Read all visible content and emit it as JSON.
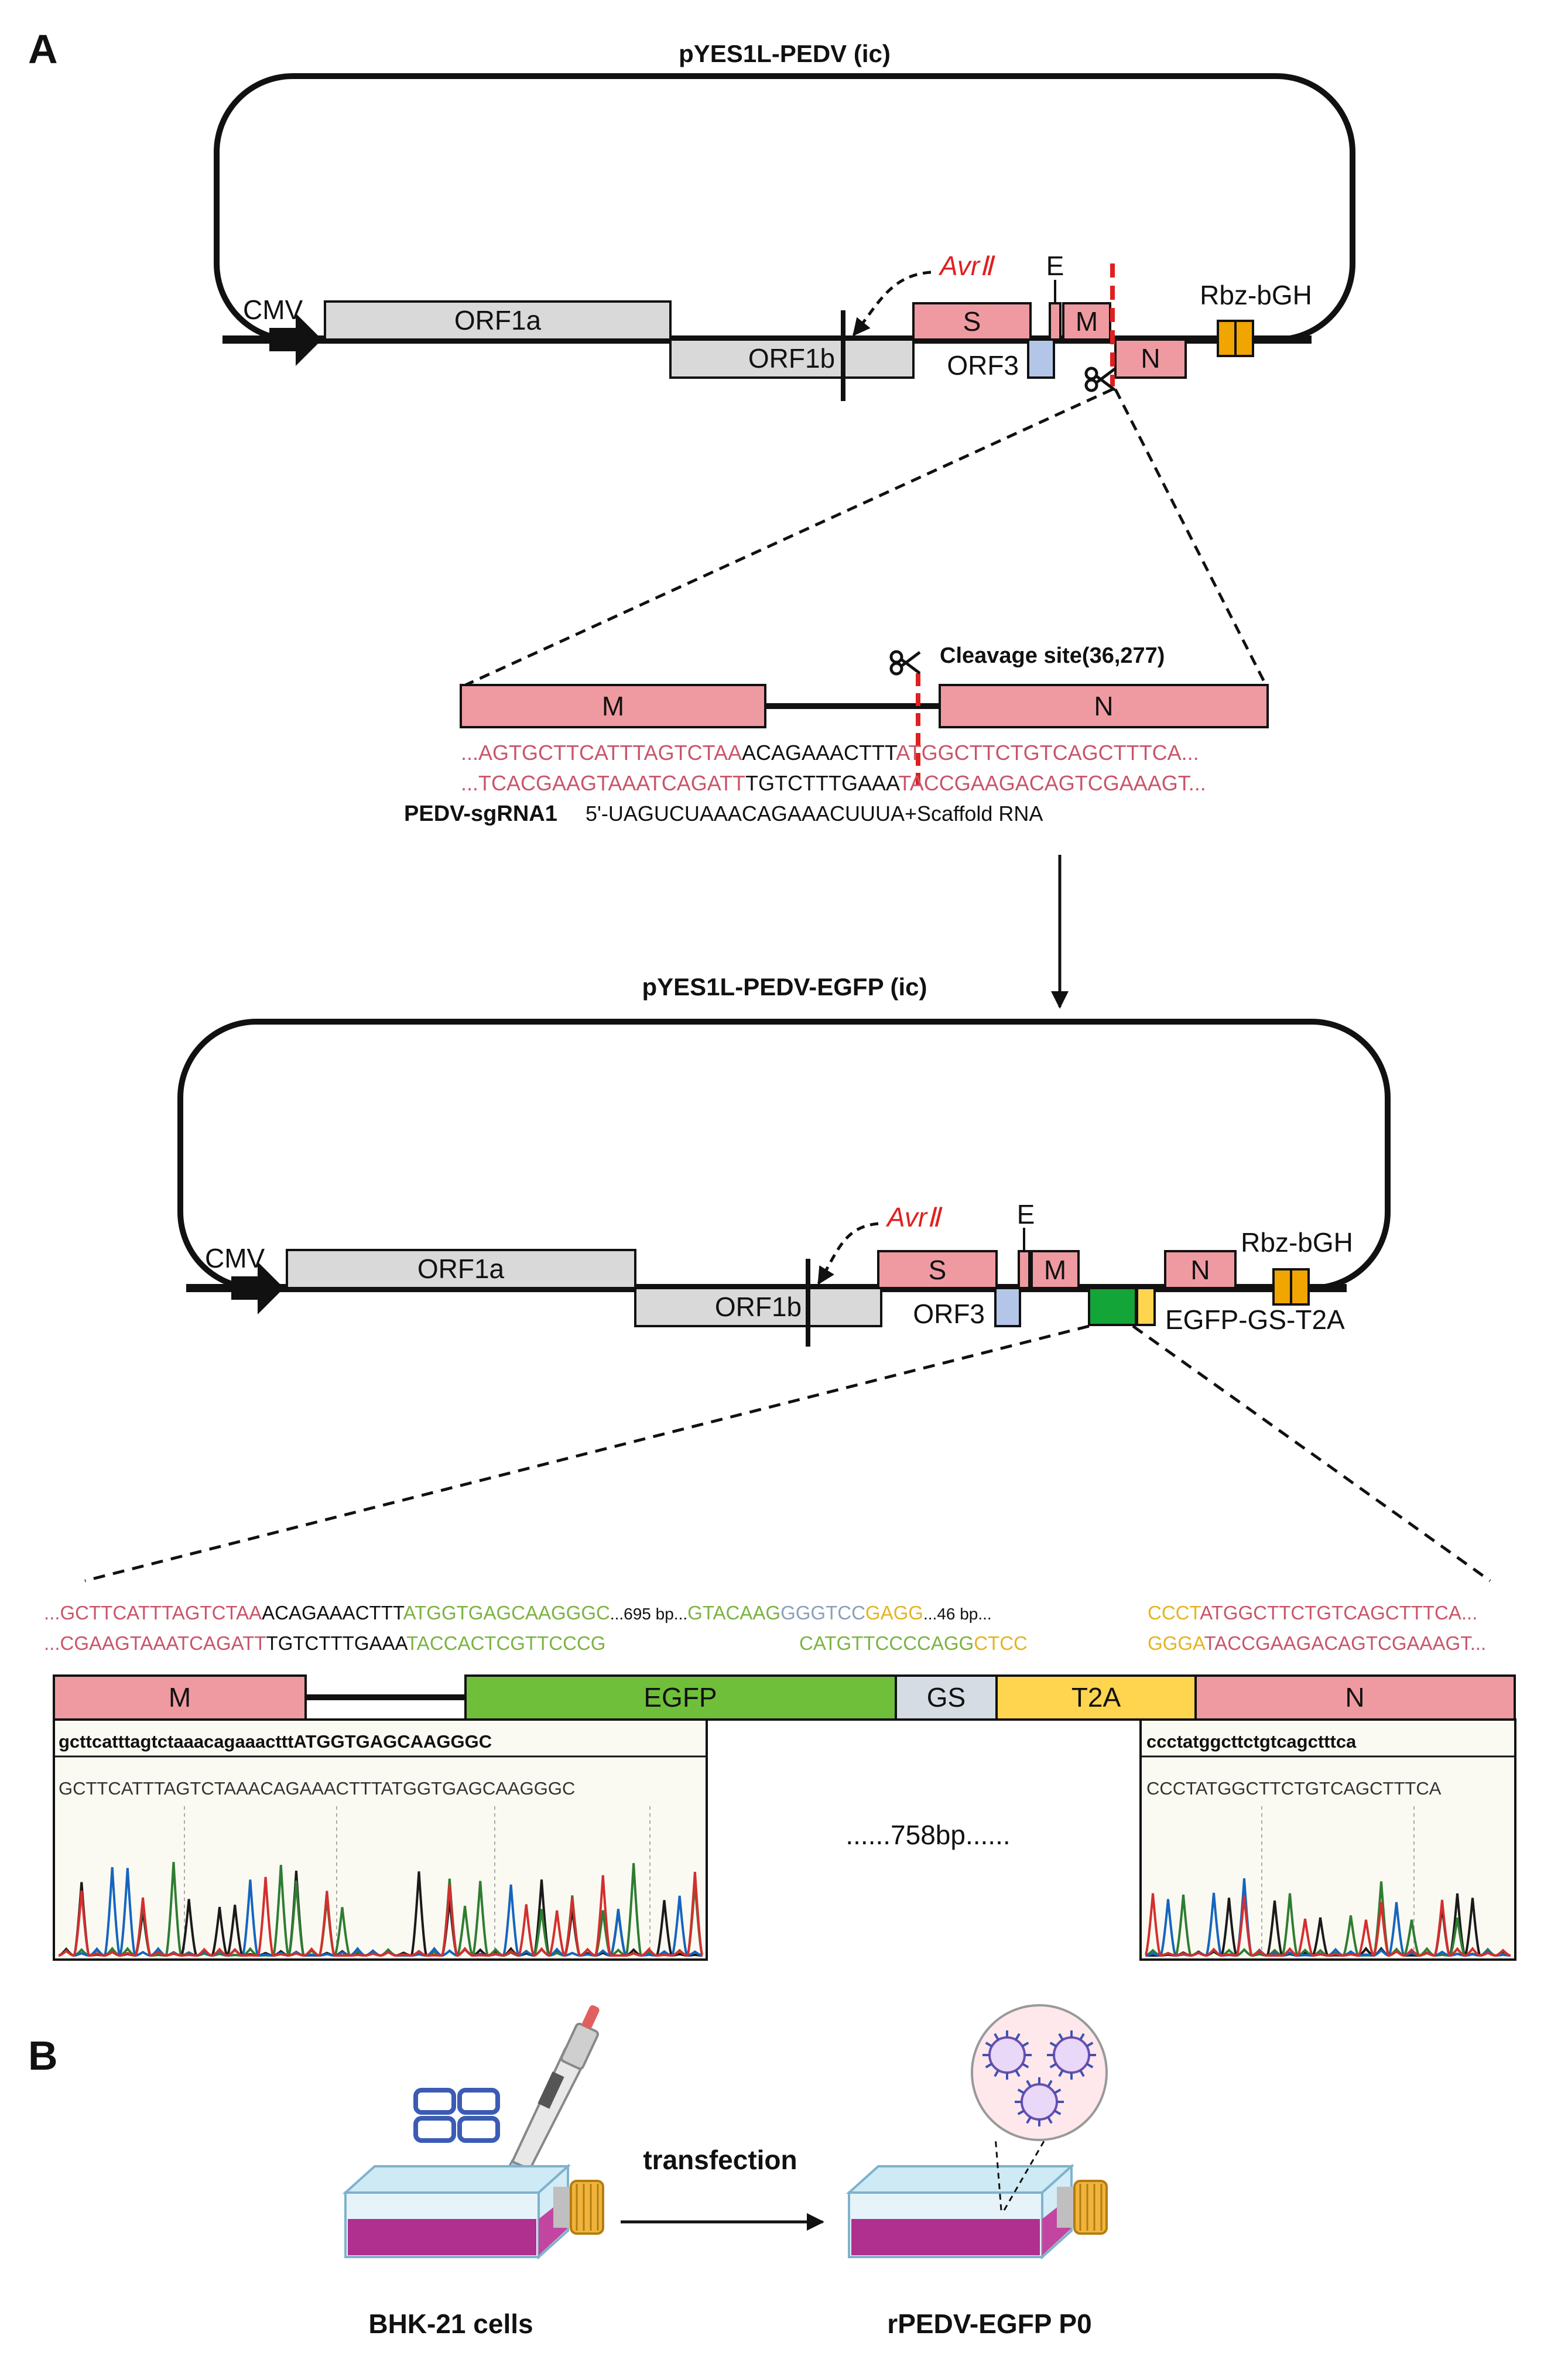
{
  "panel_a": "A",
  "panel_b": "B",
  "plasmid1": {
    "title": "pYES1L-PEDV (ic)",
    "cmv": "CMV",
    "orf1a": "ORF1a",
    "orf1b": "ORF1b",
    "avr": "AvrⅡ",
    "s": "S",
    "e": "E",
    "m": "M",
    "n": "N",
    "orf3": "ORF3",
    "rbz": "Rbz-bGH"
  },
  "zoom1": {
    "m": "M",
    "n": "N",
    "cleavage": "Cleavage site(36,277)",
    "top_left": "...AGTGCTTCATTTAGTCTAA",
    "top_mid": "ACAGAAACTTT",
    "top_right": "ATGGCTTCTGTCAGCTTTCA...",
    "bot_left": "...TCACGAAGTAAATCAGATT",
    "bot_mid": "TGTCTTTGAAA",
    "bot_right": "TACCGAAGACAGTCGAAAGT...",
    "sgrna_name": "PEDV-sgRNA1",
    "sgrna_seq": "5'-UAGUCUAAACAGAAACUUUA+Scaffold RNA"
  },
  "plasmid2": {
    "title": "pYES1L-PEDV-EGFP (ic)",
    "cmv": "CMV",
    "orf1a": "ORF1a",
    "orf1b": "ORF1b",
    "avr": "AvrⅡ",
    "s": "S",
    "e": "E",
    "m": "M",
    "n": "N",
    "orf3": "ORF3",
    "rbz": "Rbz-bGH",
    "egfp": "EGFP-GS-T2A"
  },
  "insert": {
    "t1": "...GCTTCATTTAGTCTAA",
    "t2": "ACAGAAACTTT",
    "t3": "ATGGTGAGCAAGGGC",
    "t4": "...695 bp...",
    "t5": "GTACAAG",
    "t6": "GGGTCC",
    "t7": "GAGG",
    "t8": "...46 bp...",
    "t9": "CCCT",
    "t10": "ATGGCTTCTGTCAGCTTTCA...",
    "b1": "...CGAAGTAAATCAGATT",
    "b2": "TGTCTTTGAAA",
    "b3": "TACCACTCGTTCCCG",
    "b5": "CATGTTCCCCAGG",
    "b6": "CTCC",
    "b9": "GGGA",
    "b10": "TACCGAAGACAGTCGAAAGT...",
    "m": "M",
    "egfp": "EGFP",
    "gs": "GS",
    "t2a": "T2A",
    "n": "N",
    "seq_left_lower": "gcttcatttagtctaaacagaaactttATGGTGAGCAAGGGC",
    "seq_left_upper": "GCTTCATTTAGTCTAAACAGAAACTTTATGGTGAGCAAGGGC",
    "seq_right_lower": "ccctatggcttctgtcagctttca",
    "seq_right_upper": "CCCTATGGCTTCTGTCAGCTTTCA",
    "gap": "......758bp......"
  },
  "panel_b_labels": {
    "transfection": "transfection",
    "cells": "BHK-21 cells",
    "product": "rPEDV-EGFP P0"
  },
  "colors": {
    "pink": "#ef9aa1",
    "pink_text": "#c9556a",
    "grey": "#d9d9d9",
    "blue": "#b4c6e7",
    "orange": "#f0a500",
    "green": "#6fbf3b",
    "green_text": "#7cb342",
    "yellow": "#ffd54f",
    "yellow_text": "#e6b422",
    "gs": "#d6dce4",
    "red": "#e02020"
  }
}
